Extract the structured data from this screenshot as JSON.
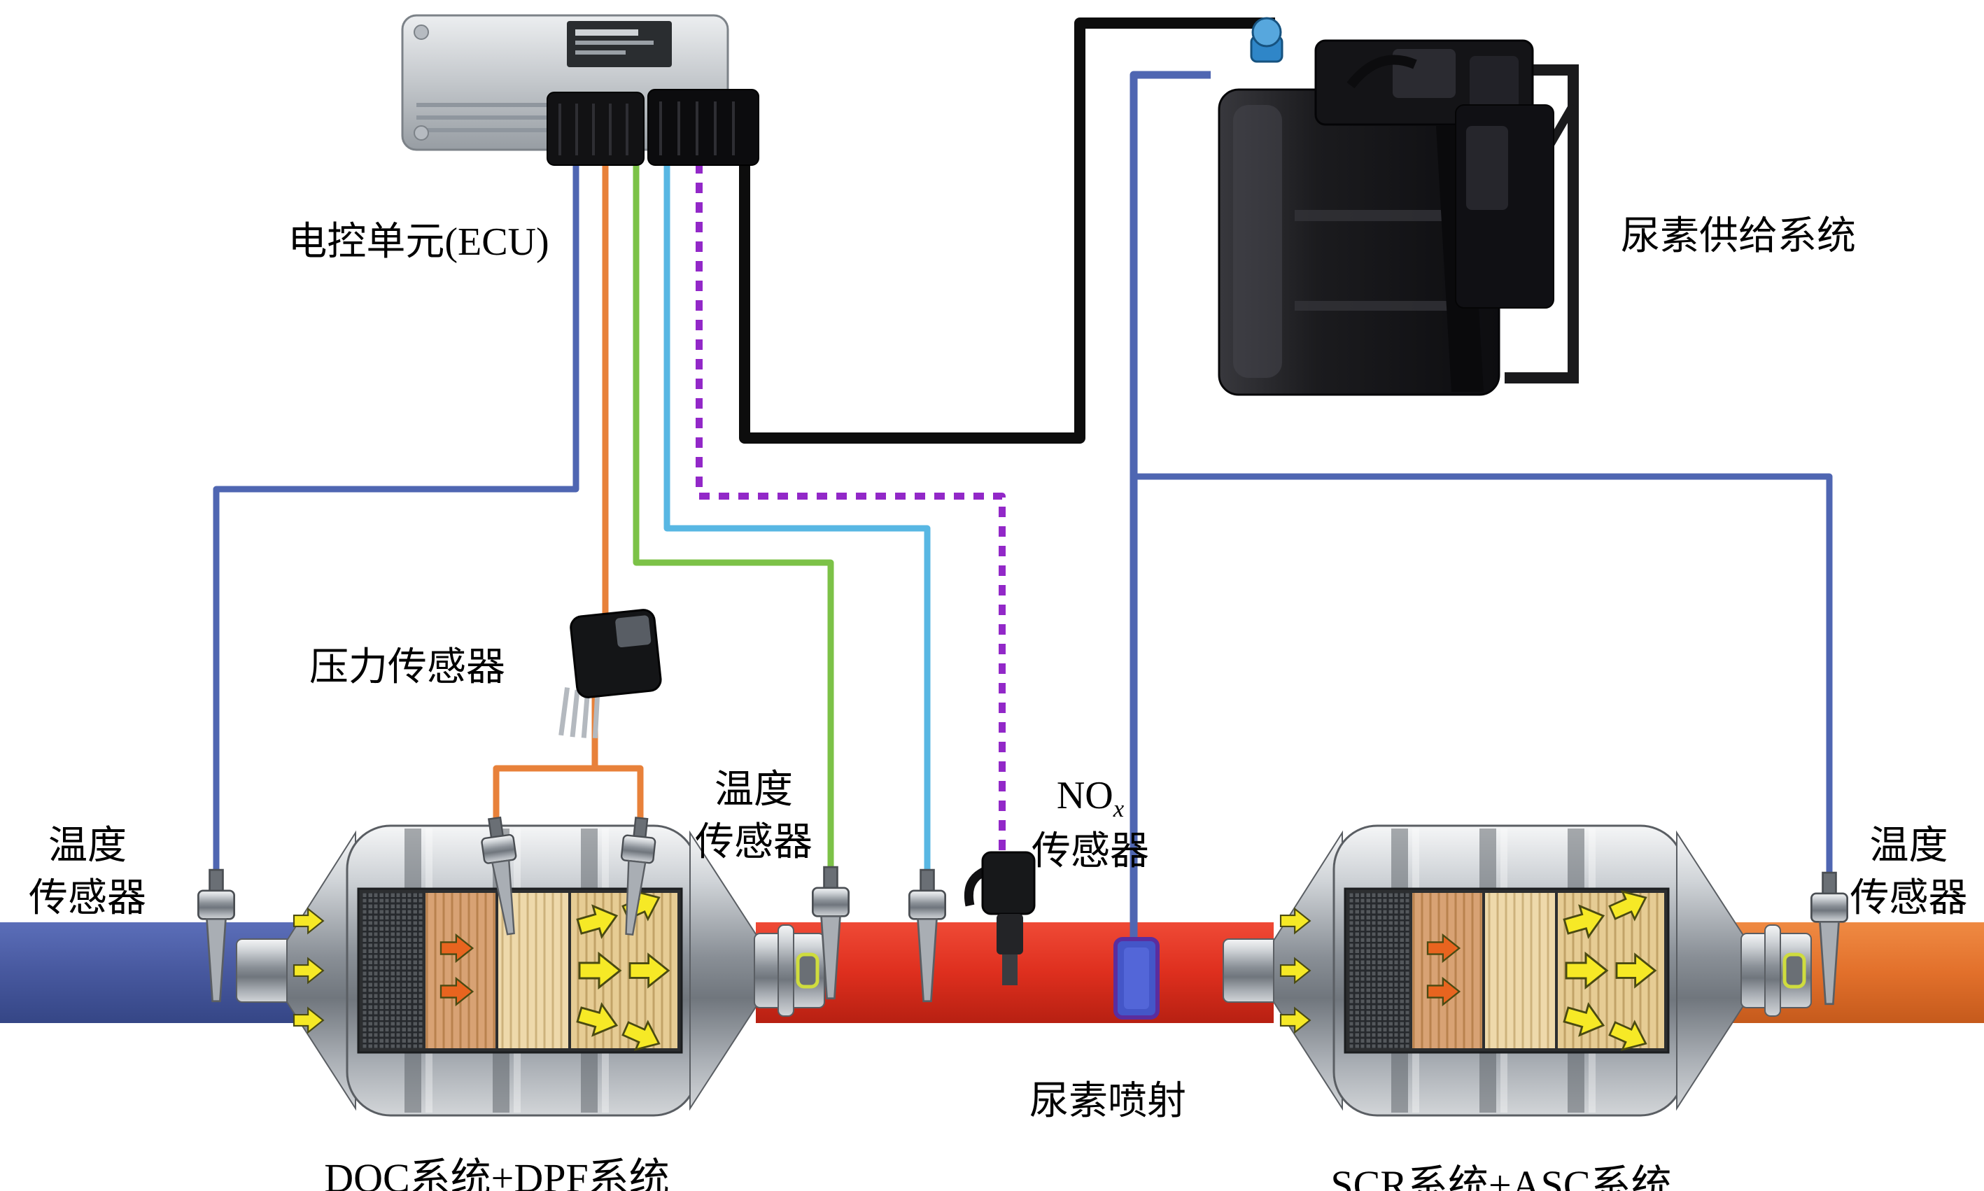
{
  "diagram": {
    "ecu_label": "电控单元(ECU)",
    "urea_supply_label": "尿素供给系统",
    "pressure_sensor_label": "压力传感器",
    "temp_sensor_line1": "温度",
    "temp_sensor_line2": "传感器",
    "nox_prefix": "NO",
    "nox_subscript": "x",
    "nox_line2": "传感器",
    "urea_injection_label": "尿素喷射",
    "doc_dpf_label": "DOC系统+DPF系统",
    "scr_asc_label": "SCR系统+ASC系统"
  },
  "colors": {
    "wire_blue": "#4f66b2",
    "wire_orange": "#e8813a",
    "wire_green": "#7cc247",
    "wire_cyan": "#58b7e3",
    "wire_purple": "#9228c8",
    "wire_black": "#0d0d0d",
    "pipe_blue": "#47589e",
    "pipe_red": "#de2f1e",
    "pipe_orange": "#e2702b",
    "arrow_yellow": "#f6e926",
    "arrow_orange": "#e8641f",
    "injector_blue": "#4456c8"
  }
}
